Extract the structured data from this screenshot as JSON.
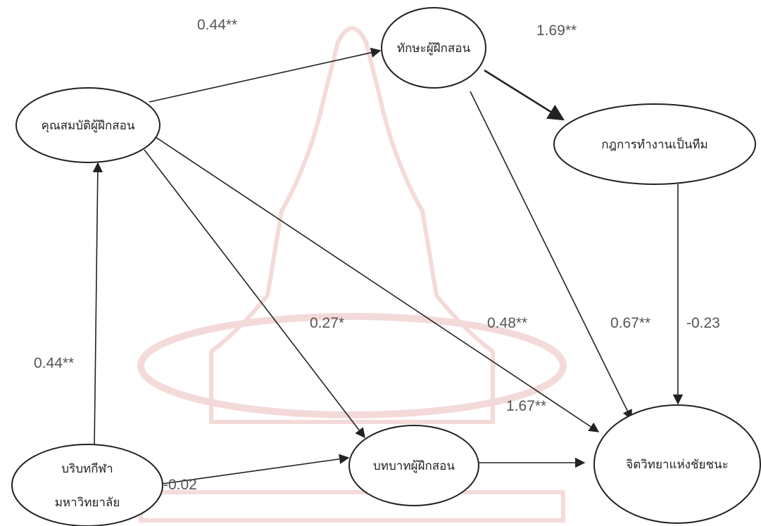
{
  "nodes": {
    "trainer_qualification": "คุณสมบัติผู้ฝึกสอน",
    "trainer_skill": "ทักษะผู้ฝึกสอน",
    "teamwork_rules": "กฎการทำงานเป็นทีม",
    "university_sport_context": [
      "บริบทกีฬา",
      "มหาวิทยาลัย"
    ],
    "trainer_role": "บทบาทผู้ฝึกสอน",
    "winning_psychology": "จิตวิทยาแห่งชัยชนะ"
  },
  "coefficients": {
    "qualification_to_skill": "0.44**",
    "skill_to_teamwork": "1.69**",
    "qualification_to_role": "0.27*",
    "qualification_to_psychology": "0.48**",
    "teamwork_to_psychology_a": "0.67**",
    "teamwork_to_psychology_b": "-0.23",
    "context_to_qualification": "0.44**",
    "role_to_psychology": "1.67**",
    "context_to_role": "-0.02"
  },
  "colors": {
    "stroke": "#222222",
    "label_text": "#555555",
    "watermark": "#c0392b"
  }
}
